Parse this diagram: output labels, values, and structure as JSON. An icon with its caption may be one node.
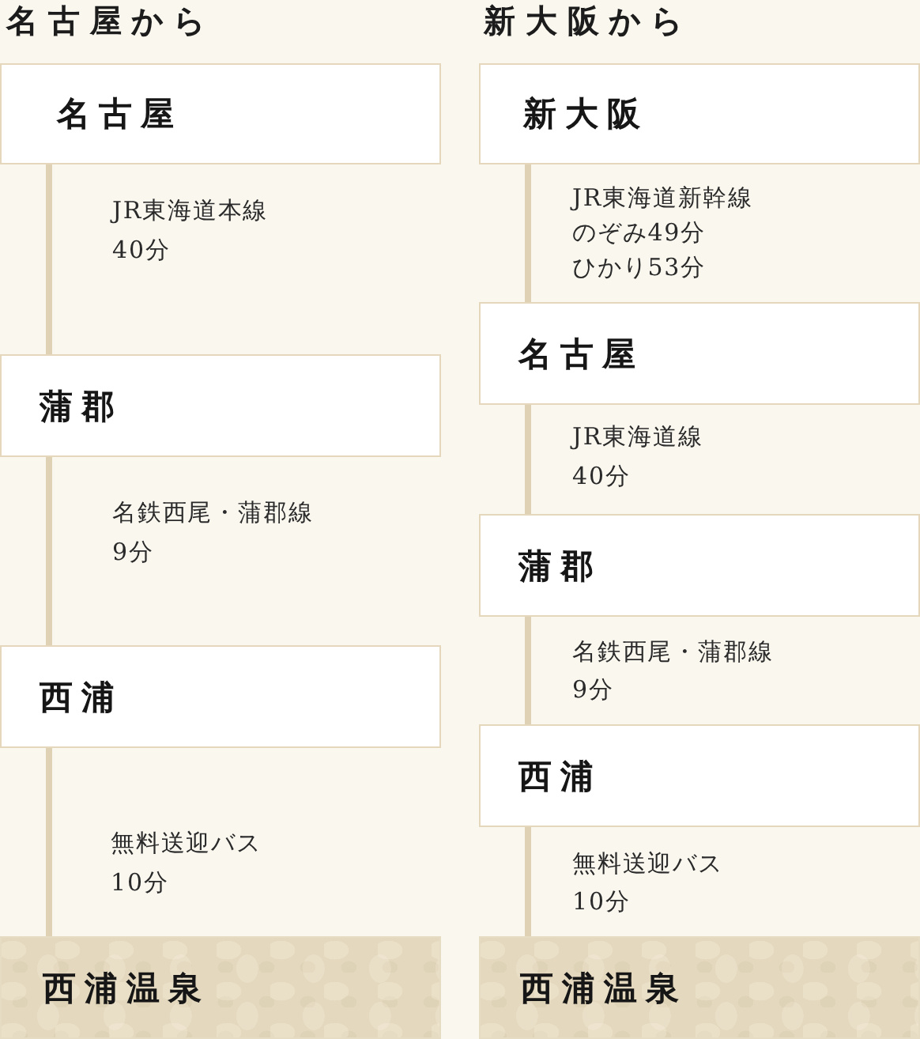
{
  "diagram": {
    "nodes": [
      {
        "text": [
          "名古屋"
        ]
      },
      {
        "text": [
          "蒲郡"
        ]
      },
      {
        "text": [
          "西浦"
        ]
      },
      {
        "text": [
          "西浦温泉"
        ]
      },
      {
        "text": [
          "新大阪"
        ]
      },
      {
        "text": [
          "名古屋"
        ]
      },
      {
        "text": [
          "蒲郡"
        ]
      },
      {
        "text": [
          "西浦"
        ]
      },
      {
        "text": [
          "西浦温泉"
        ]
      }
    ],
    "edges": [
      {
        "from": 0,
        "to": 1,
        "arrow": "none",
        "label": "JR東海道本線40分"
      },
      {
        "from": 1,
        "to": 2,
        "arrow": "none",
        "label": "名鉄西尾・蒲郡線9分"
      },
      {
        "from": 2,
        "to": 3,
        "arrow": "none",
        "label": "無料送迎バス10分"
      },
      {
        "from": 4,
        "to": 5,
        "arrow": "none",
        "label": "JR東海道新幹線のぞみ49分ひかり53分"
      },
      {
        "from": 5,
        "to": 6,
        "arrow": "none",
        "label": "JR東海道線40分"
      },
      {
        "from": 6,
        "to": 7,
        "arrow": "none",
        "label": "名鉄西尾・蒲郡線9分"
      },
      {
        "from": 7,
        "to": 8,
        "arrow": "none",
        "label": "無料送迎バス10分"
      }
    ],
    "labels": [
      "名古屋から",
      "新大阪から"
    ]
  }
}
